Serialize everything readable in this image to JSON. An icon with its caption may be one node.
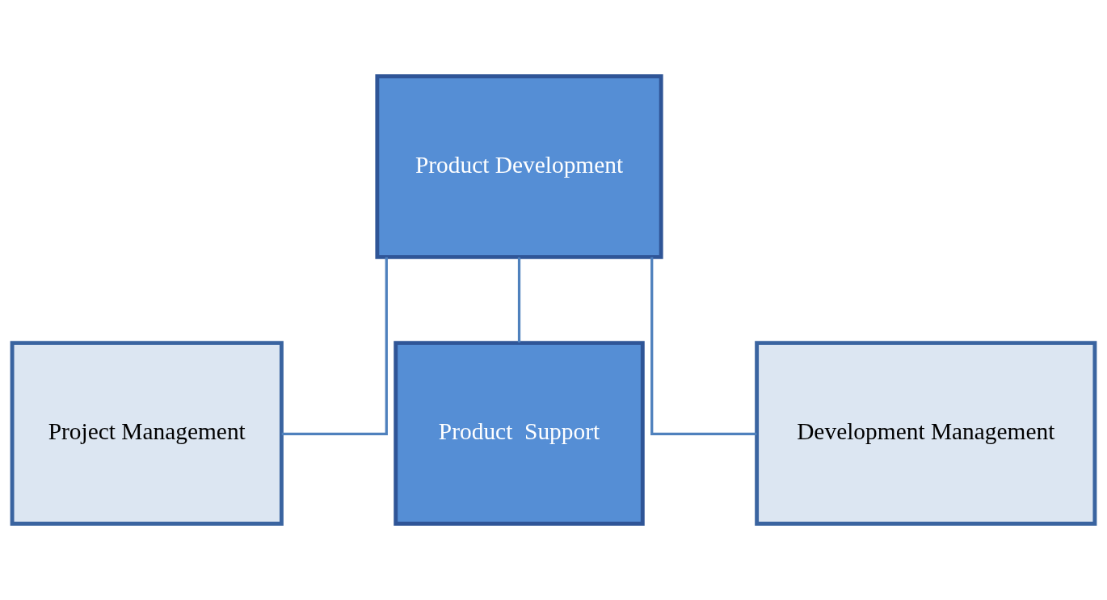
{
  "diagram": {
    "nodes": [
      {
        "text": [
          "Product Development"
        ]
      },
      {
        "text": [
          "Project Management"
        ]
      },
      {
        "text": [
          "Product  Support"
        ]
      },
      {
        "text": [
          "Development Management"
        ]
      }
    ],
    "edges": [
      {
        "from": 0,
        "to": 1,
        "arrow": "none"
      },
      {
        "from": 0,
        "to": 2,
        "arrow": "none"
      },
      {
        "from": 0,
        "to": 3,
        "arrow": "none"
      }
    ]
  }
}
